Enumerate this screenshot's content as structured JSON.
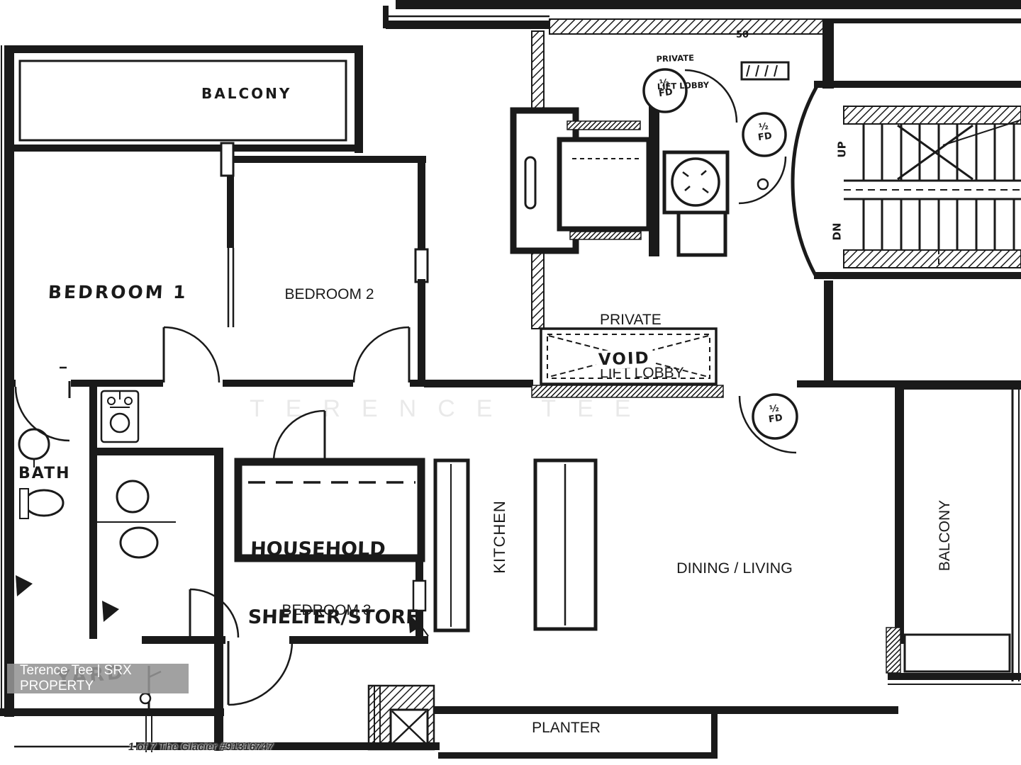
{
  "colors": {
    "line": "#1a1a1a",
    "background": "#ffffff",
    "watermark_bg": "#949494",
    "watermark_text": "#ffffff"
  },
  "rooms": {
    "balcony_top": "BALCONY",
    "bedroom1": "BEDROOM 1",
    "bedroom2": "BEDROOM 2",
    "bedroom3": "BEDROOM 3",
    "private_lift_lobby_line1": "PRIVATE",
    "private_lift_lobby_line2": "LIFT LOBBY",
    "void": "VOID",
    "bath": "BATH",
    "household_shelter_line1": "HOUSEHOLD",
    "household_shelter_line2": "SHELTER/STORE",
    "kitchen": "KITCHEN",
    "dining_living": "DINING / LIVING",
    "balcony_right": "BALCONY",
    "yard": "YARD",
    "planter": "PLANTER"
  },
  "annotations": {
    "lift_lobby_small_line1": "PRIVATE",
    "lift_lobby_small_line2": "LIFT LOBBY",
    "area_note": "50",
    "fd_fraction": "½",
    "fd_label": "FD",
    "stair_up": "UP",
    "stair_down": "DN",
    "faint_watermark": "TERENCE TEE"
  },
  "watermark": {
    "text": "Terence Tee | SRX PROPERTY"
  },
  "footer": {
    "text": "1 of 7 The Glacier #91316747"
  }
}
